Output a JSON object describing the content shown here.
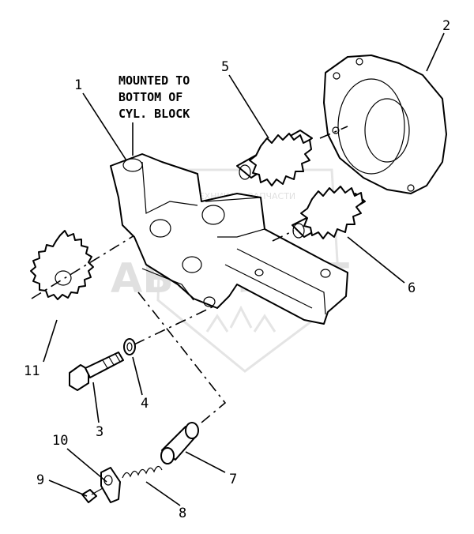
{
  "note": {
    "lines": [
      "MOUNTED TO",
      "BOTTOM OF",
      "CYL. BLOCK"
    ]
  },
  "callouts": {
    "c1": "1",
    "c2": "2",
    "c3": "3",
    "c4": "4",
    "c5": "5",
    "c6": "6",
    "c7": "7",
    "c8": "8",
    "c9": "9",
    "c10": "10",
    "c11": "11"
  },
  "watermark": {
    "brand": "АБСОЛЮТ",
    "tagline": "ТЕХНИКА & ЗАПЧАСТИ"
  },
  "colors": {
    "line": "#000000",
    "watermark": "#c8c8c8",
    "background": "#ffffff"
  }
}
